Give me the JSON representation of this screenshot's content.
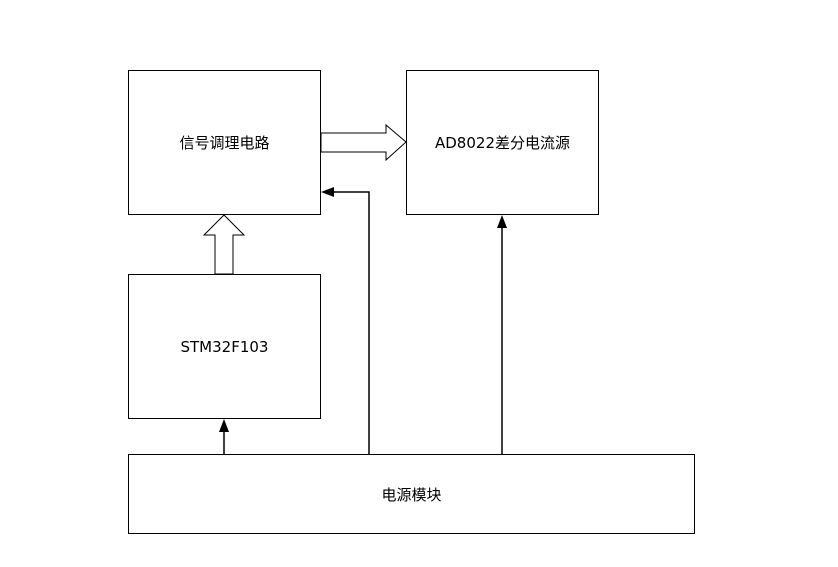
{
  "blocks": {
    "signal": "信号调理电路",
    "source": "AD8022差分电流源",
    "stm": "STM32F103",
    "power": "电源模块"
  },
  "connections": [
    {
      "from": "signal",
      "to": "source",
      "style": "hollow-arrow"
    },
    {
      "from": "stm",
      "to": "signal",
      "style": "hollow-arrow"
    },
    {
      "from": "power",
      "to": "stm",
      "style": "solid-arrow"
    },
    {
      "from": "power",
      "to": "signal",
      "style": "solid-arrow"
    },
    {
      "from": "power",
      "to": "source",
      "style": "solid-arrow"
    }
  ]
}
